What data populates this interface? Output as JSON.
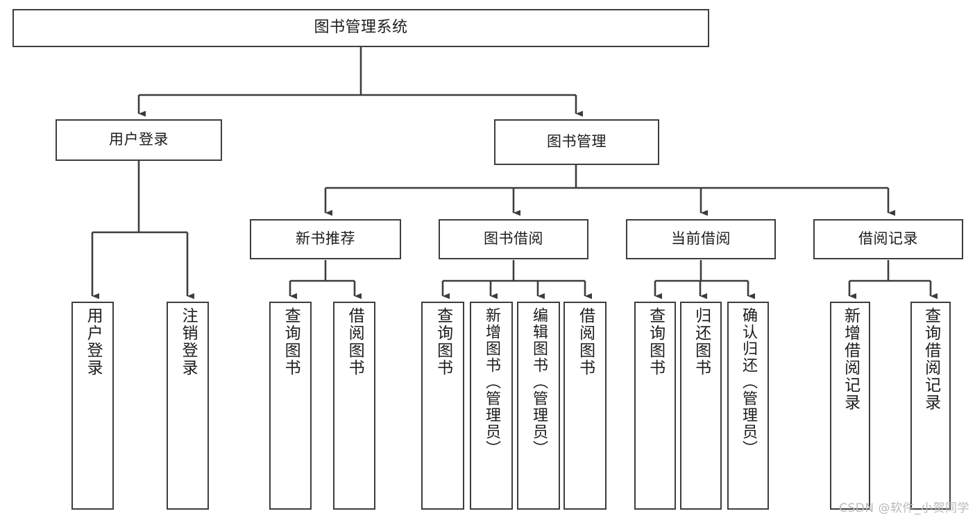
{
  "diagram": {
    "title": "图书管理系统",
    "type": "tree-hierarchy",
    "colors": {
      "line": "#3d3d3d",
      "box_border": "#3d3d3d",
      "box_fill": "#ffffff",
      "text": "#1c1c1c",
      "watermark": "#b9b9b9",
      "background": "#ffffff"
    },
    "root": {
      "label": "图书管理系统"
    },
    "level1": [
      {
        "label": "用户登录"
      },
      {
        "label": "图书管理"
      }
    ],
    "level2": [
      {
        "label": "新书推荐"
      },
      {
        "label": "图书借阅"
      },
      {
        "label": "当前借阅"
      },
      {
        "label": "借阅记录"
      }
    ],
    "leaves": {
      "user_login": [
        {
          "label": "用户登录"
        },
        {
          "label": "注销登录"
        }
      ],
      "new_book_recommend": [
        {
          "label": "查询图书"
        },
        {
          "label": "借阅图书"
        }
      ],
      "book_borrow": [
        {
          "label": "查询图书"
        },
        {
          "label": "新增图书（管理员）"
        },
        {
          "label": "编辑图书（管理员）"
        },
        {
          "label": "借阅图书"
        }
      ],
      "current_borrow": [
        {
          "label": "查询图书"
        },
        {
          "label": "归还图书"
        },
        {
          "label": "确认归还（管理员）"
        }
      ],
      "borrow_record": [
        {
          "label": "新增借阅记录"
        },
        {
          "label": "查询借阅记录"
        }
      ]
    }
  },
  "watermark": {
    "text": "CSDN @软件_小贺同学"
  }
}
